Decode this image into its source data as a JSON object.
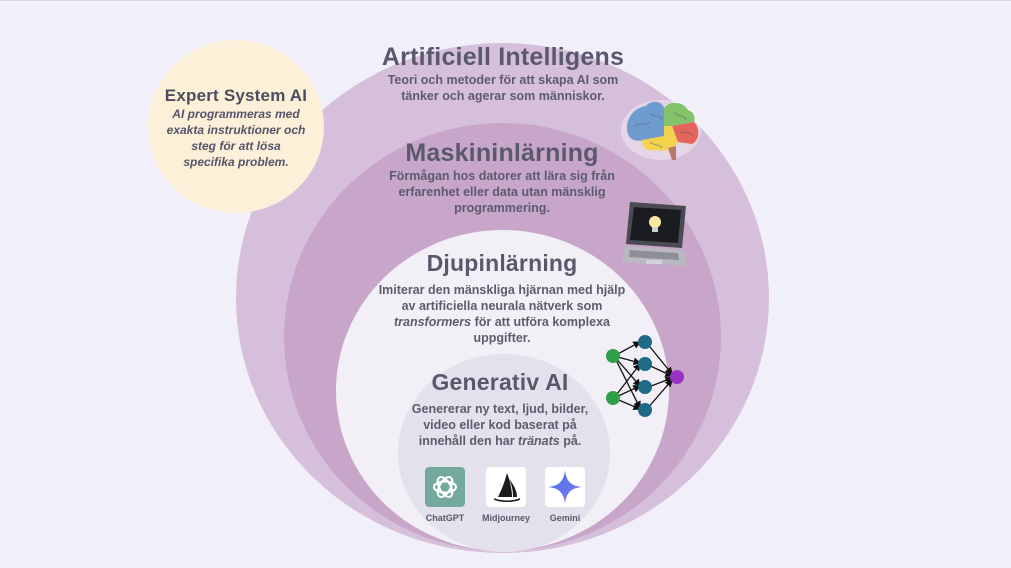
{
  "ai": {
    "title": "Artificiell Intelligens",
    "desc_lines": [
      "Teori och metoder för att skapa AI som",
      "tänker och agerar som människor."
    ]
  },
  "ml": {
    "title": "Maskininlärning",
    "desc_lines": [
      "Förmågan hos datorer att lära sig från",
      "erfarenhet eller data utan mänsklig",
      "programmering."
    ]
  },
  "dl": {
    "title": "Djupinlärning",
    "line1": "Imiterar den mänskliga hjärnan med hjälp",
    "line2": "av artificiella neurala nätverk som",
    "line3_em": "transformers",
    "line3_rest": " för att utföra komplexa",
    "line4": "uppgifter."
  },
  "gen": {
    "title": "Generativ AI",
    "line1": "Genererar ny text, ljud, bilder,",
    "line2": "video eller kod baserat på",
    "line3_pre": "innehåll den har ",
    "line3_em": "tränats",
    "line3_post": " på."
  },
  "expert": {
    "title": "Expert System AI",
    "desc_lines": [
      "AI programmeras med",
      "exakta instruktioner och",
      "steg för att lösa",
      "specifika problem."
    ]
  },
  "apps": [
    {
      "label": "ChatGPT",
      "icon": "chatgpt-logo",
      "color": "#74aa9c"
    },
    {
      "label": "Midjourney",
      "icon": "midjourney-logo",
      "color": "#ffffff"
    },
    {
      "label": "Gemini",
      "icon": "gemini-logo",
      "color": "#4b7cf0"
    }
  ],
  "icons": [
    "brain-icon",
    "laptop-lightbulb-icon",
    "neural-network-icon"
  ],
  "colors": {
    "background": "#f1eff9",
    "ai_circle": "#d6bfdb",
    "ml_circle": "#c7a6c9",
    "dl_circle": "#f2f0f6",
    "gen_circle": "#e3e2ec",
    "expert_circle": "#fcf1d8"
  }
}
